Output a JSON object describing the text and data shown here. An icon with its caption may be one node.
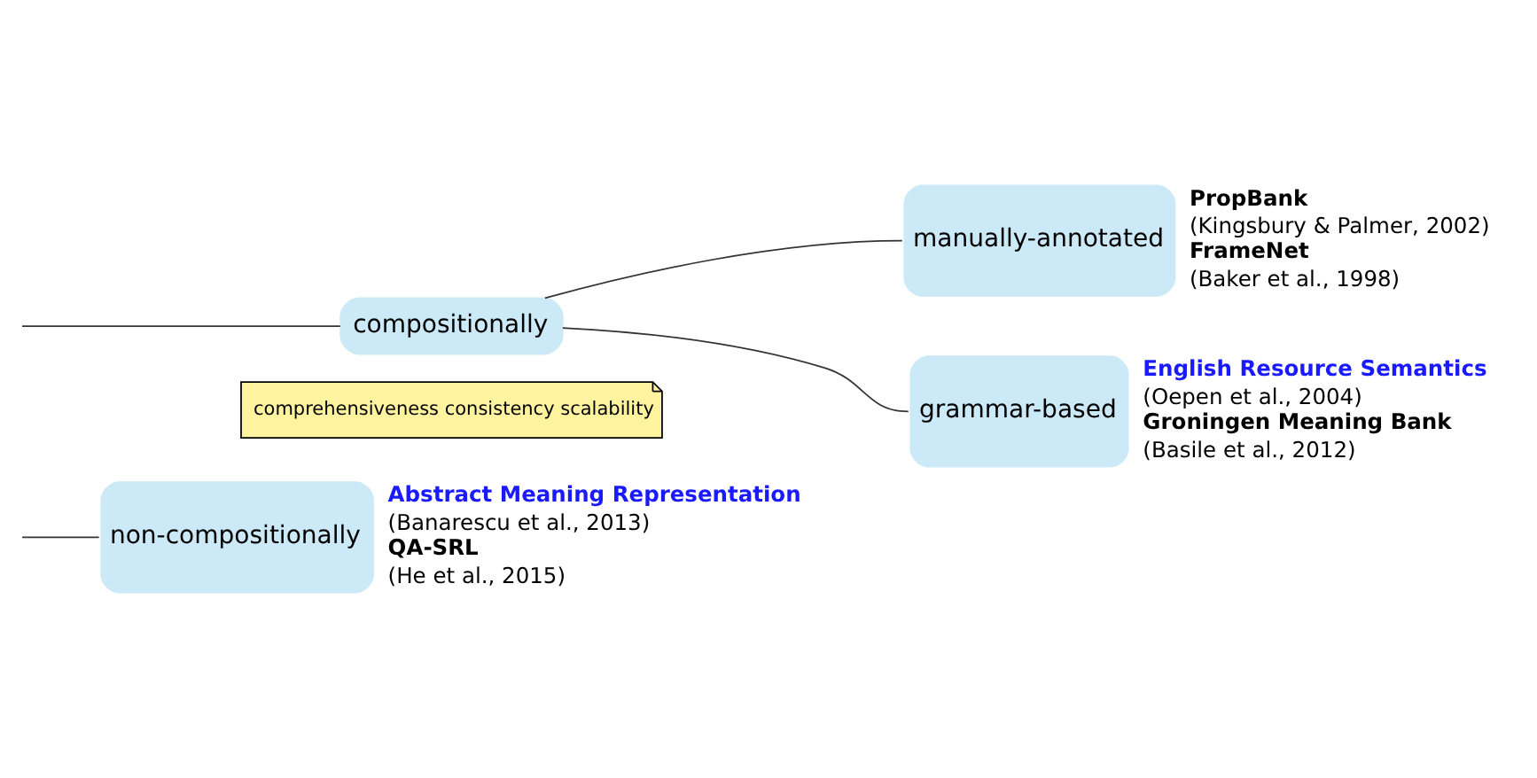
{
  "diagram": {
    "nodes": [
      {
        "text": [
          "compositionally"
        ]
      },
      {
        "text": [
          "comprehensiveness consistency scalability"
        ]
      },
      {
        "text": [
          "manually-annotated"
        ],
        "beside": [
          "**PropBank**",
          "(Kingsbury & Palmer, 2002)",
          "**FrameNet**",
          "(Baker et al., 1998)"
        ]
      },
      {
        "text": [
          "grammar-based"
        ],
        "beside": [
          "**English Resource Semantics**",
          "(Oepen et al., 2004)",
          "**Groningen Meaning Bank**",
          "(Basile et al., 2012)"
        ]
      },
      {
        "text": [
          "non-compositionally"
        ],
        "beside": [
          "**Abstract Meaning Representation**",
          "(Banarescu et al., 2013)",
          "**QA-SRL**",
          "(He et al., 2015)"
        ]
      }
    ],
    "edges": [
      {
        "from": null,
        "to": 0,
        "arrow": "none"
      },
      {
        "from": null,
        "to": 4,
        "arrow": "none"
      },
      {
        "from": 0,
        "to": 2,
        "arrow": "none"
      },
      {
        "from": 0,
        "to": 3,
        "arrow": "none"
      }
    ]
  }
}
